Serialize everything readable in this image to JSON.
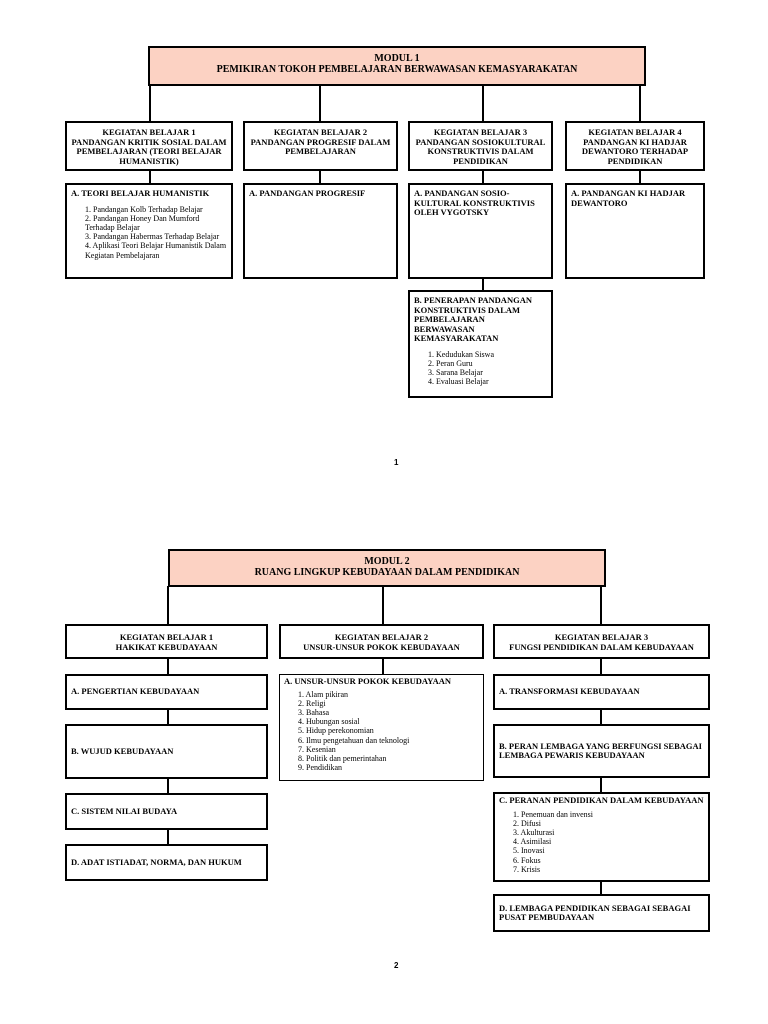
{
  "modul1": {
    "header": [
      "MODUL 1",
      "PEMIKIRAN TOKOH PEMBELAJARAN BERWAWASAN KEMASYARAKATAN"
    ],
    "kb": [
      [
        "KEGIATAN BELAJAR 1",
        "PANDANGAN  KRITIK SOSIAL DALAM PEMBELAJARAN (TEORI BELAJAR HUMANISTIK)"
      ],
      [
        "KEGIATAN BELAJAR 2",
        "PANDANGAN PROGRESIF DALAM PEMBELAJARAN"
      ],
      [
        "KEGIATAN BELAJAR 3",
        "PANDANGAN SOSIOKULTURAL KONSTRUKTIVIS DALAM PENDIDIKAN"
      ],
      [
        "KEGIATAN BELAJAR 4",
        "PANDANGAN KI HADJAR DEWANTORO TERHADAP PENDIDIKAN"
      ]
    ],
    "items": {
      "kb1a": {
        "title": "A. TEORI BELAJAR HUMANISTIK",
        "list": [
          "1. Pandangan Kolb Terhadap Belajar",
          "2. Pandangan Honey Dan Mumford Terhadap Belajar",
          "3. Pandangan Habermas Terhadap Belajar",
          "4. Aplikasi Teori Belajar Humanistik Dalam Kegiatan Pembelajaran"
        ]
      },
      "kb2a": {
        "title": "A. PANDANGAN PROGRESIF"
      },
      "kb3a": {
        "title": "A. PANDANGAN SOSIO-KULTURAL KONSTRUKTIVIS OLEH VYGOTSKY"
      },
      "kb3b": {
        "title": "B. PENERAPAN PANDANGAN KONSTRUKTIVIS DALAM PEMBELAJARAN BERWAWASAN KEMASYARAKATAN",
        "list": [
          "1. Kedudukan Siswa",
          "2. Peran Guru",
          "3. Sarana Belajar",
          "4. Evaluasi Belajar"
        ]
      },
      "kb4a": {
        "title": "A. PANDANGAN KI HADJAR DEWANTORO"
      }
    },
    "page_number": "1"
  },
  "modul2": {
    "header": [
      "MODUL 2",
      "RUANG LINGKUP KEBUDAYAAN DALAM PENDIDIKAN"
    ],
    "kb": [
      [
        "KEGIATAN BELAJAR 1",
        "HAKIKAT KEBUDAYAAN"
      ],
      [
        "KEGIATAN BELAJAR 2",
        "UNSUR-UNSUR POKOK KEBUDAYAAN"
      ],
      [
        "KEGIATAN BELAJAR 3",
        "FUNGSI PENDIDIKAN DALAM KEBUDAYAAN"
      ]
    ],
    "items": {
      "kb1": [
        "A. PENGERTIAN KEBUDAYAAN",
        "B. WUJUD KEBUDAYAAN",
        "C. SISTEM NILAI BUDAYA",
        "D. ADAT ISTIADAT, NORMA, DAN HUKUM"
      ],
      "kb2a": {
        "title": "A. UNSUR-UNSUR POKOK KEBUDAYAAN",
        "list": [
          "1. Alam pikiran",
          "2. Religi",
          "3. Bahasa",
          "4. Hubungan sosial",
          "5. Hidup perekonomian",
          "6. Ilmu pengetahuan dan teknologi",
          "7. Kesenian",
          "8. Politik dan pemerintahan",
          "9. Pendidikan"
        ]
      },
      "kb3a": "A. TRANSFORMASI KEBUDAYAAN",
      "kb3b": "B. PERAN LEMBAGA YANG BERFUNGSI SEBAGAI LEMBAGA PEWARIS KEBUDAYAAN",
      "kb3c": {
        "title": "C. PERANAN PENDIDIKAN DALAM KEBUDAYAAN",
        "list": [
          "1. Penemuan dan invensi",
          "2. Difusi",
          "3. Akulturasi",
          "4. Asimilasi",
          "5. Inovasi",
          "6. Fokus",
          "7. Krisis"
        ]
      },
      "kb3d": "D. LEMBAGA PENDIDIKAN SEBAGAI SEBAGAI PUSAT PEMBUDAYAAN"
    },
    "page_number": "2"
  },
  "colors": {
    "header_fill": "#fcd2c3",
    "border": "#000000"
  }
}
